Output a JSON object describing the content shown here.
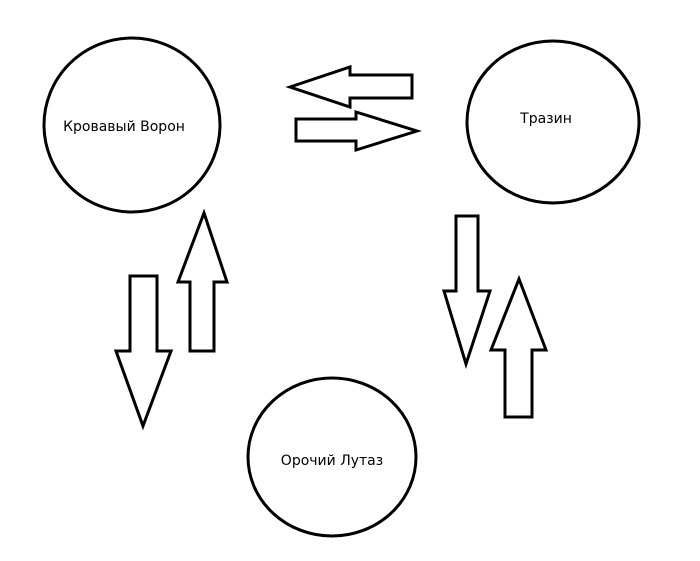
{
  "nodes": [
    {
      "id": "raven",
      "label": "Кровавый Ворон"
    },
    {
      "id": "trazin",
      "label": "Тразин"
    },
    {
      "id": "lutaz",
      "label": "Орочий Лутаз"
    }
  ],
  "edges": [
    {
      "from": "trazin",
      "to": "raven"
    },
    {
      "from": "raven",
      "to": "trazin"
    },
    {
      "from": "raven",
      "to": "lutaz"
    },
    {
      "from": "lutaz",
      "to": "raven"
    },
    {
      "from": "trazin",
      "to": "lutaz"
    },
    {
      "from": "lutaz",
      "to": "trazin"
    }
  ],
  "colors": {
    "stroke": "#000000",
    "fill": "#ffffff",
    "background": "#ffffff"
  }
}
